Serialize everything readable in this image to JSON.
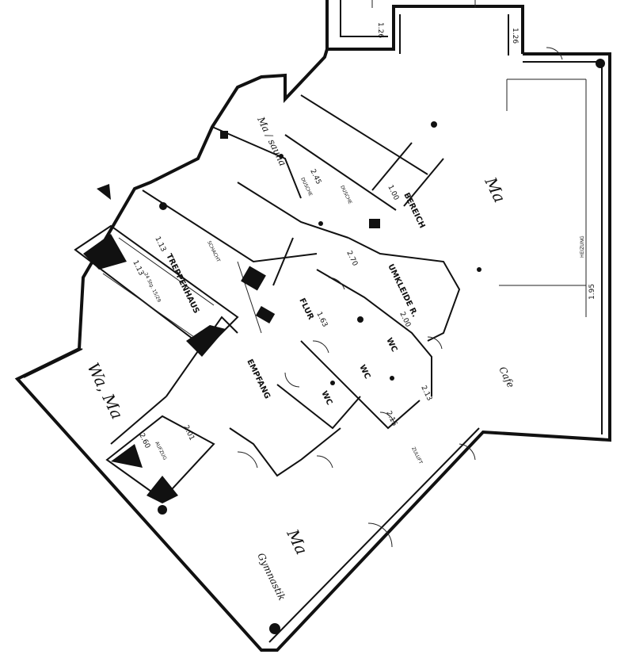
{
  "rooms": {
    "treppenhaus": "TREPPENHAUS",
    "flur": "FLUR",
    "empfang": "EMPFANG",
    "umkleide": "UMKLEIDE R.",
    "bereich": "BEREICH",
    "wc": "WC"
  },
  "handwritten": {
    "ma_east": "Ma",
    "ma_west": "Wa, Ma",
    "ma_south": "Ma",
    "note_south": "Gymnastik",
    "note_north": "Ma / sauna",
    "note_east": "Cafe"
  },
  "dimensions": {
    "d1": "1.13",
    "d2": "1.13",
    "d3": "2.60",
    "d4": "2.01",
    "d5": "1.63",
    "d6": "2.00",
    "d7": "1.26",
    "d8": "1.26",
    "d9": "1.00",
    "d10": "2.45",
    "d11": "2.70",
    "d12": "2.13",
    "d13": "2.15",
    "d14": "1.95"
  },
  "small_labels": {
    "schacht": "SCHACHT",
    "dusche": "DUSCHE",
    "dusche2": "DUSCHE",
    "heizung": "HEIZUNG",
    "zuluft": "ZULUFT",
    "treppe_note": "24 Stg. 15/29",
    "aufzug": "AUFZUG"
  },
  "icons": {
    "north_arrow": "direction-arrow-icon",
    "column": "column-icon"
  }
}
